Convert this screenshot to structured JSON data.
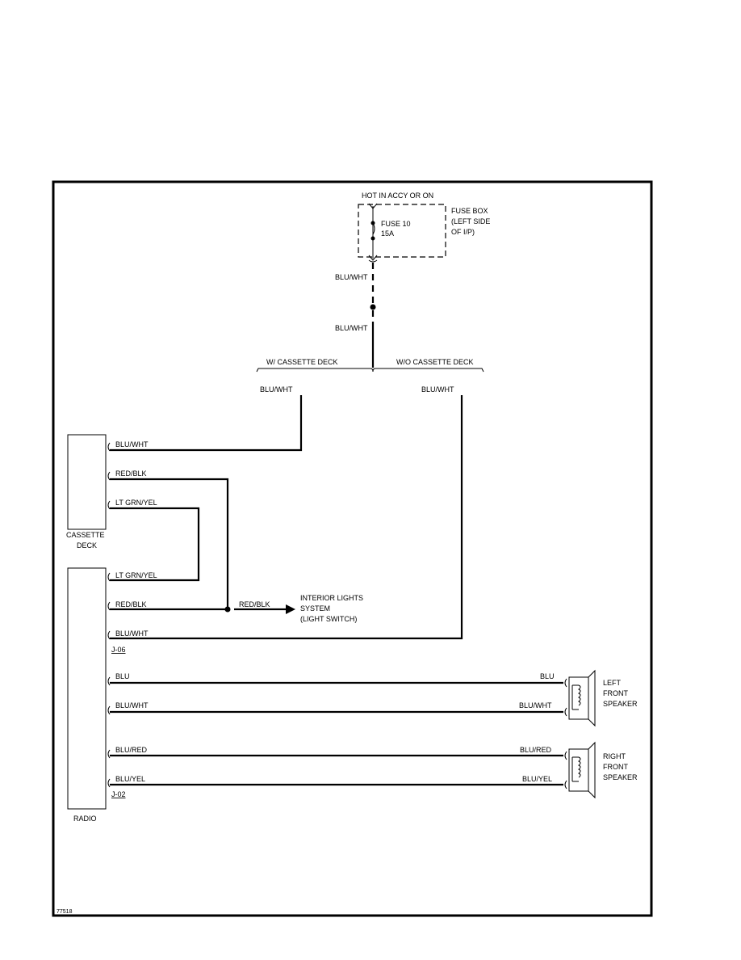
{
  "power": {
    "source": "HOT IN ACCY OR ON",
    "fuse_line1": "FUSE 10",
    "fuse_line2": "15A",
    "fuse_box_line1": "FUSE BOX",
    "fuse_box_line2": "(LEFT SIDE",
    "fuse_box_line3": "OF I/P)",
    "wire_upper": "BLU/WHT",
    "wire_lower": "BLU/WHT"
  },
  "branches": {
    "with_cassette": "W/ CASSETTE DECK",
    "without_cassette": "W/O CASSETTE DECK",
    "left_wire": "BLU/WHT",
    "right_wire": "BLU/WHT"
  },
  "cassette_deck": {
    "label_line1": "CASSETTE",
    "label_line2": "DECK",
    "pins": [
      "BLU/WHT",
      "RED/BLK",
      "LT GRN/YEL"
    ]
  },
  "radio": {
    "label": "RADIO",
    "connector_top": "J-06",
    "connector_bottom": "J-02",
    "upper_pins": [
      "LT GRN/YEL",
      "RED/BLK",
      "BLU/WHT"
    ],
    "speaker_pins": [
      "BLU",
      "BLU/WHT",
      "BLU/RED",
      "BLU/YEL"
    ]
  },
  "interior_lights": {
    "wire": "RED/BLK",
    "line1": "INTERIOR LIGHTS",
    "line2": "SYSTEM",
    "line3": "(LIGHT SWITCH)"
  },
  "left_speaker": {
    "wires": [
      "BLU",
      "BLU/WHT"
    ],
    "line1": "LEFT",
    "line2": "FRONT",
    "line3": "SPEAKER"
  },
  "right_speaker": {
    "wires": [
      "BLU/RED",
      "BLU/YEL"
    ],
    "line1": "RIGHT",
    "line2": "FRONT",
    "line3": "SPEAKER"
  },
  "figure_id": "77518"
}
